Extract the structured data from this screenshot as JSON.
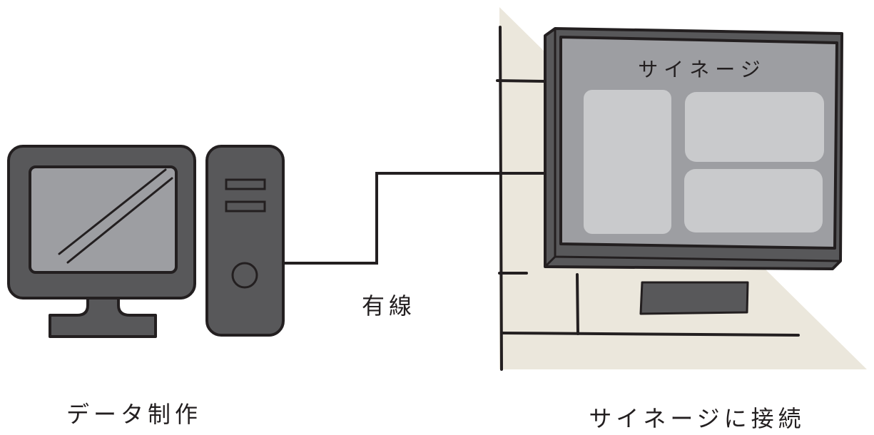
{
  "labels": {
    "data_production": "データ制作",
    "wired": "有線",
    "connect_signage": "サイネージに接続",
    "signage_screen_title": "サイネージ"
  },
  "colors": {
    "wall": "#ebe7dc",
    "device_dark": "#58585a",
    "screen": "#9d9ea2",
    "panel": "#c9cacc",
    "line": "#231f20"
  }
}
